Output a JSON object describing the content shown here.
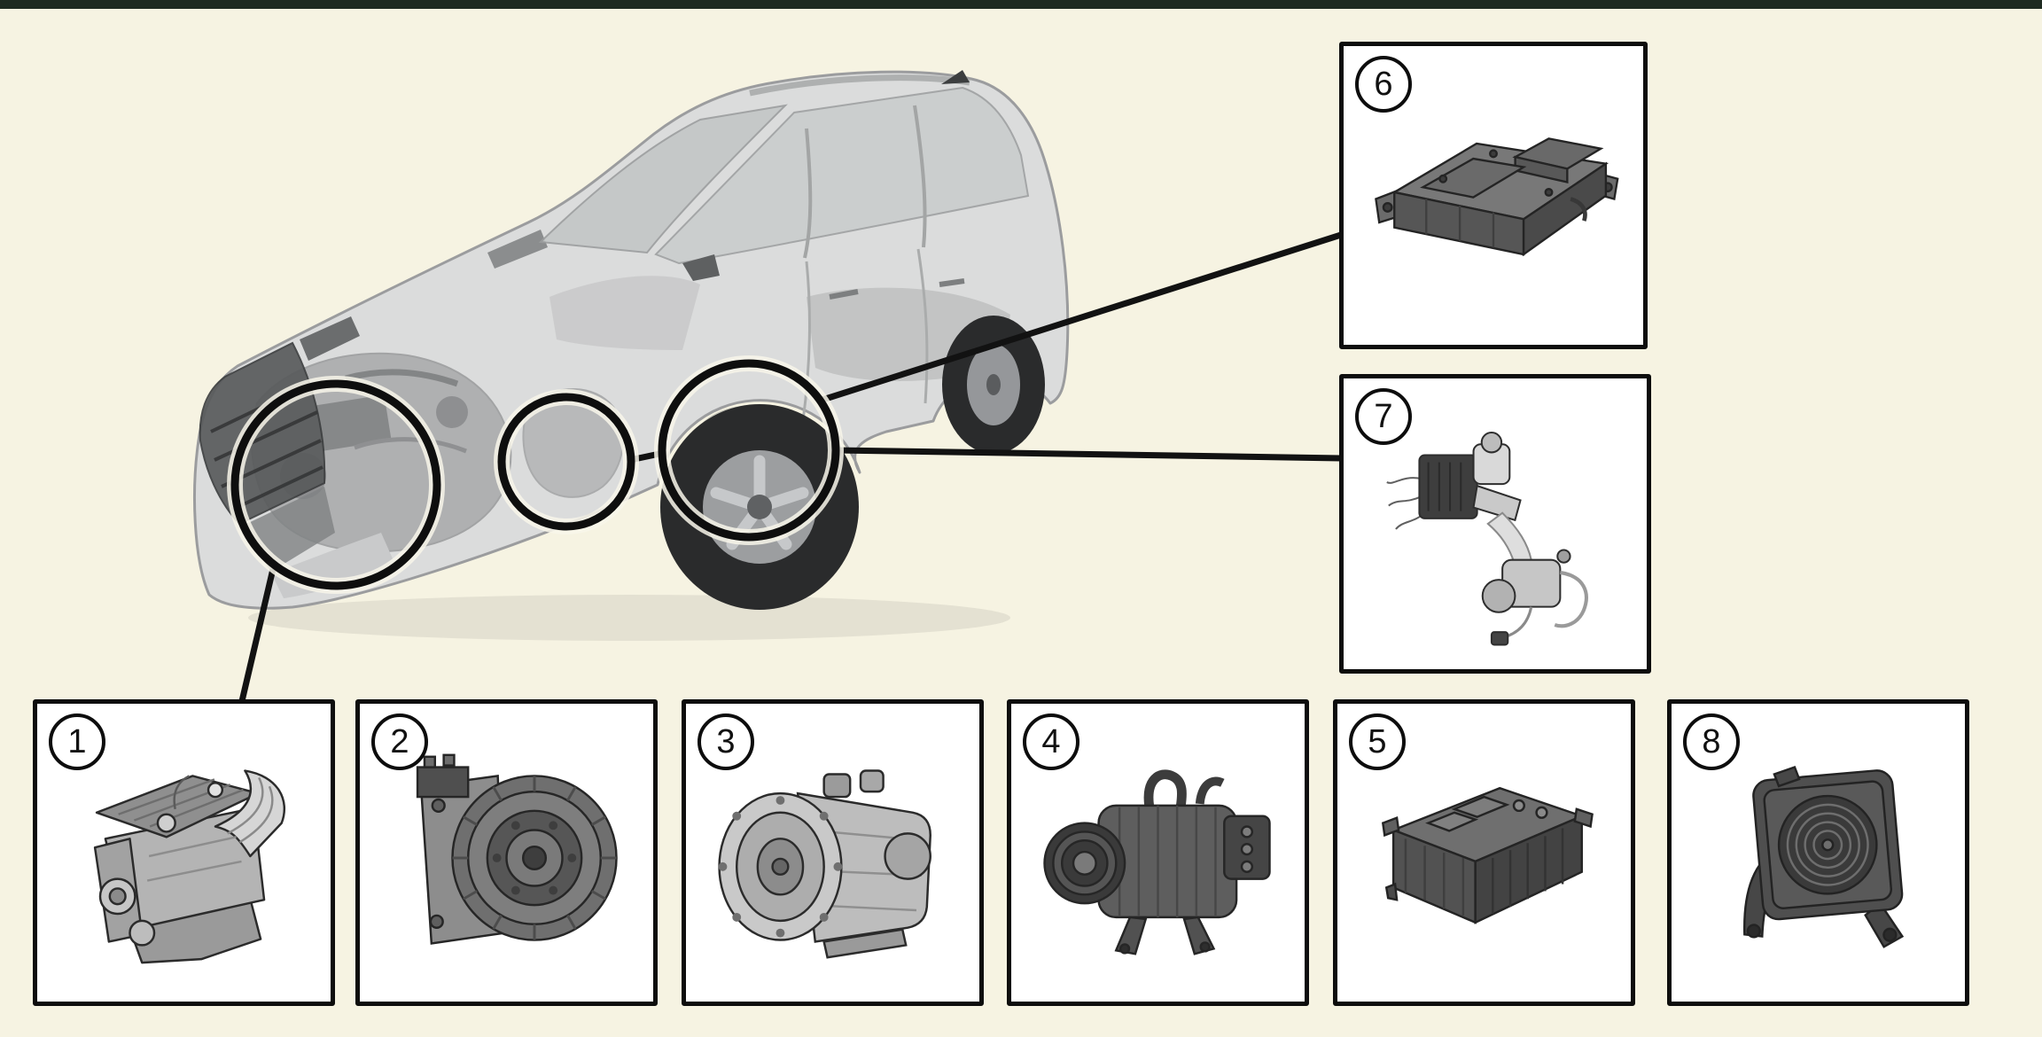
{
  "page": {
    "figure_name": "hybrid-system-component-location-diagram",
    "background_color": "#f6f3e2",
    "top_strip_color": "#1e2b21"
  },
  "colors": {
    "box_border": "#0d0d0d",
    "box_background": "#ffffff",
    "callout_line": "#121212",
    "vehicle_body": "#dbdcdc"
  },
  "vehicle": {
    "icon": "suv-cutaway-illustration"
  },
  "callouts": [
    {
      "label": "1",
      "icon": "engine-illustration"
    },
    {
      "label": "2",
      "icon": "drive-motor-clutch-illustration"
    },
    {
      "label": "3",
      "icon": "transmission-illustration"
    },
    {
      "label": "4",
      "icon": "motor-generator-illustration"
    },
    {
      "label": "5",
      "icon": "power-control-unit-illustration"
    },
    {
      "label": "6",
      "icon": "high-voltage-battery-illustration"
    },
    {
      "label": "7",
      "icon": "brake-actuation-unit-illustration"
    },
    {
      "label": "8",
      "icon": "engine-sound-speaker-illustration"
    }
  ]
}
